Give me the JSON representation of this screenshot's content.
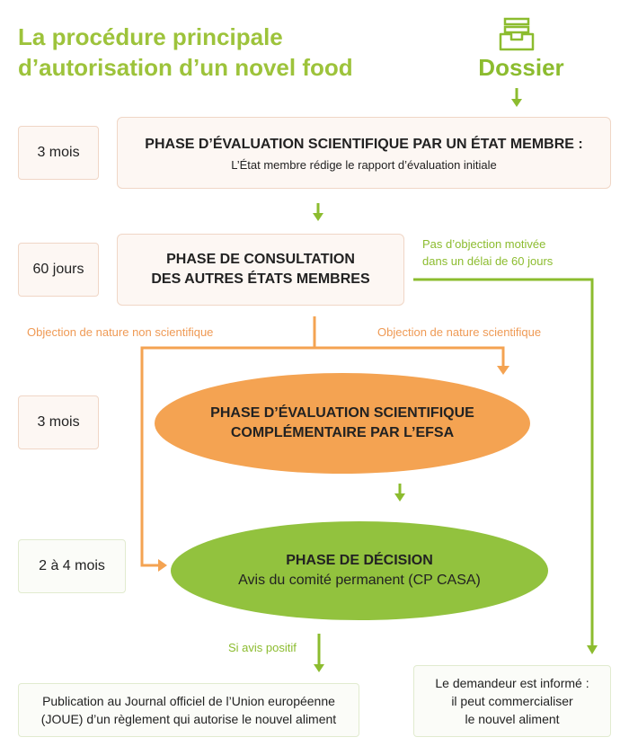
{
  "title": {
    "line1": "La procédure principale",
    "line2": "d’autorisation d’un novel food"
  },
  "dossier": {
    "label": "Dossier",
    "icon": "inbox-tray-icon"
  },
  "timelines": {
    "phase1": "3 mois",
    "phase2": "60 jours",
    "phase3": "3 mois",
    "phase4": "2 à 4 mois"
  },
  "phases": {
    "evaluation_state": {
      "title": "PHASE D’ÉVALUATION SCIENTIFIQUE PAR UN ÉTAT MEMBRE :",
      "subtitle": "L’État membre rédige le rapport d’évaluation initiale"
    },
    "consultation": {
      "line1": "PHASE DE CONSULTATION",
      "line2": "DES AUTRES ÉTATS MEMBRES"
    },
    "efsa": {
      "line1": "PHASE D’ÉVALUATION SCIENTIFIQUE",
      "line2": "COMPLÉMENTAIRE PAR L’EFSA"
    },
    "decision": {
      "title": "PHASE DE DÉCISION",
      "subtitle": "Avis du comité permanent (CP CASA)"
    }
  },
  "labels": {
    "no_objection_line1": "Pas d’objection motivée",
    "no_objection_line2": "dans un délai de 60 jours",
    "non_scientific_objection": "Objection de nature non scientifique",
    "scientific_objection": "Objection de nature scientifique",
    "positive_opinion": "Si avis positif"
  },
  "outcomes": {
    "publication": {
      "line1": "Publication au Journal officiel de l’Union européenne",
      "line2": "(JOUE) d’un règlement qui autorise le nouvel aliment"
    },
    "applicant": {
      "line1": "Le demandeur est informé :",
      "line2": "il peut commercialiser",
      "line3": "le nouvel aliment"
    }
  },
  "colors": {
    "title_green": "#9dc33b",
    "accent_green": "#8cbc2f",
    "decision_green": "#92c23e",
    "efsa_orange": "#f4a352",
    "orange_label": "#ef9a55",
    "box_border": "#f0d6c6",
    "box_fill": "#fdf7f3"
  }
}
